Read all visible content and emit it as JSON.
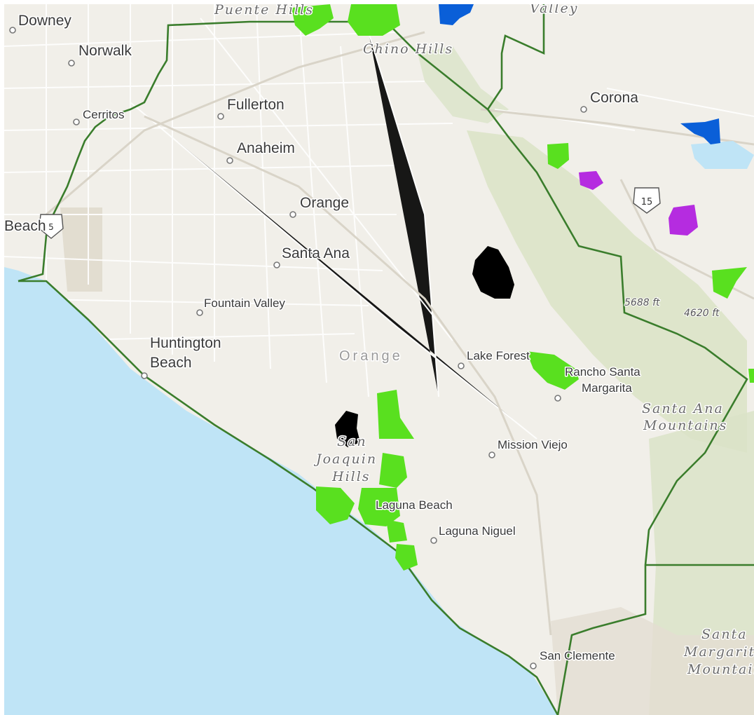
{
  "colors": {
    "ocean": "#bfe4f6",
    "land": "#f1efe9",
    "hills": "#dbe3c8",
    "boundary": "#3a7d2c",
    "zone_green": "#59e01f",
    "zone_black": "#000000",
    "zone_blue": "#0a5fd8",
    "zone_purple": "#b52ce0"
  },
  "partial_header": "",
  "cities": [
    {
      "id": "downey",
      "name": "Downey"
    },
    {
      "id": "norwalk",
      "name": "Norwalk"
    },
    {
      "id": "cerritos",
      "name": "Cerritos"
    },
    {
      "id": "fullerton",
      "name": "Fullerton"
    },
    {
      "id": "anaheim",
      "name": "Anaheim"
    },
    {
      "id": "orange",
      "name": "Orange"
    },
    {
      "id": "santa-ana",
      "name": "Santa Ana"
    },
    {
      "id": "fountain-valley",
      "name": "Fountain Valley"
    },
    {
      "id": "huntington",
      "name": "Huntington"
    },
    {
      "id": "huntington-beach",
      "name": "Beach"
    },
    {
      "id": "beach-left",
      "name": "Beach"
    },
    {
      "id": "corona",
      "name": "Corona"
    },
    {
      "id": "lake-forest",
      "name": "Lake Forest"
    },
    {
      "id": "rancho-santa",
      "name": "Rancho Santa"
    },
    {
      "id": "margarita",
      "name": "Margarita"
    },
    {
      "id": "mission-viejo",
      "name": "Mission Viejo"
    },
    {
      "id": "laguna-beach",
      "name": "Laguna Beach"
    },
    {
      "id": "laguna-niguel",
      "name": "Laguna Niguel"
    },
    {
      "id": "san-clemente",
      "name": "San Clemente"
    }
  ],
  "terrain_labels": {
    "chino_hills": "Chino Hills",
    "san": "San",
    "joaquin": "Joaquin",
    "hills": "Hills",
    "santa_ana_1": "Santa Ana",
    "santa_ana_2": "Mountains",
    "santa_marg_1": "Santa",
    "santa_marg_2": "Margarita",
    "santa_marg_3": "Mountains",
    "top_left": "Puente Hills",
    "top_right": "Valley"
  },
  "county_label": "Orange",
  "elevations": {
    "peak1": "5688 ft",
    "peak2": "4620 ft"
  },
  "shields": {
    "i5": "5",
    "i15": "15"
  }
}
